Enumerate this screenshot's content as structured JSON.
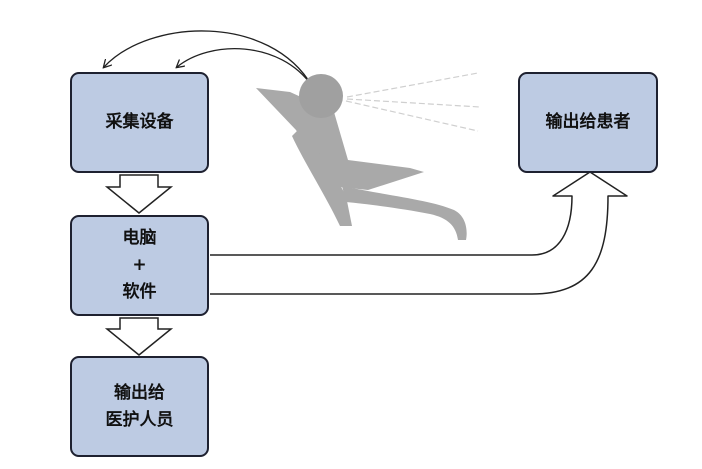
{
  "nodes": {
    "capture_device": "采集设备",
    "computer_software": [
      "电脑",
      "+",
      "软件"
    ],
    "output_to_staff": [
      "输出给",
      "医护人员"
    ],
    "output_to_patient": "输出给患者"
  },
  "icons": {
    "person_in_chair": "reclining-person-icon"
  },
  "colors": {
    "box_fill": "#bdcbe3",
    "box_border": "#1e2130",
    "figure_gray": "#a9a9a9",
    "head_gray": "#a0a0a0",
    "line_color": "#222222"
  }
}
